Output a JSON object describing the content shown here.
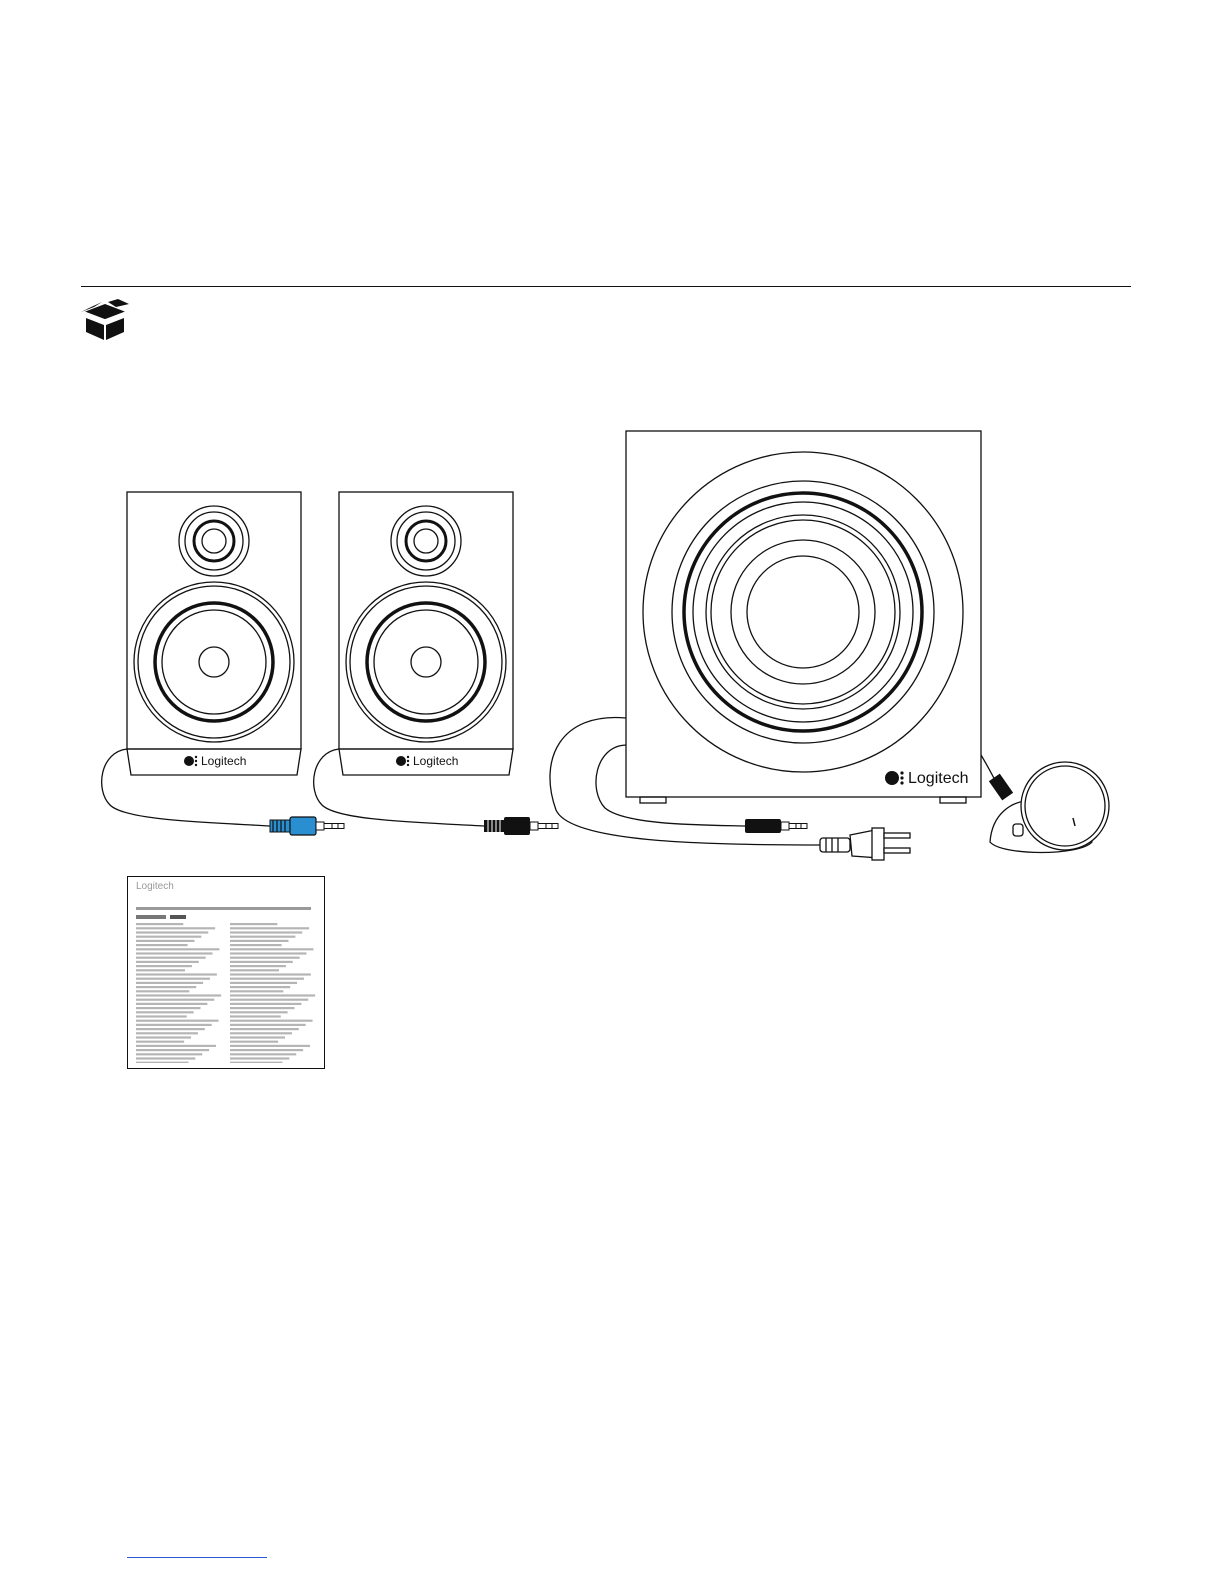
{
  "page": {
    "logo_text": "Logitech",
    "icons": {
      "box": "box-open-icon",
      "logo": "logitech-logo-icon"
    },
    "colors": {
      "blue_jack": "#2a8fd0",
      "black_jack": "#111111",
      "line": "#111111"
    },
    "items": [
      {
        "id": "left-satellite",
        "logo": "Logitech"
      },
      {
        "id": "right-satellite",
        "logo": "Logitech"
      },
      {
        "id": "subwoofer",
        "logo": "Logitech"
      },
      {
        "id": "control-pod"
      },
      {
        "id": "leaflet"
      }
    ]
  }
}
